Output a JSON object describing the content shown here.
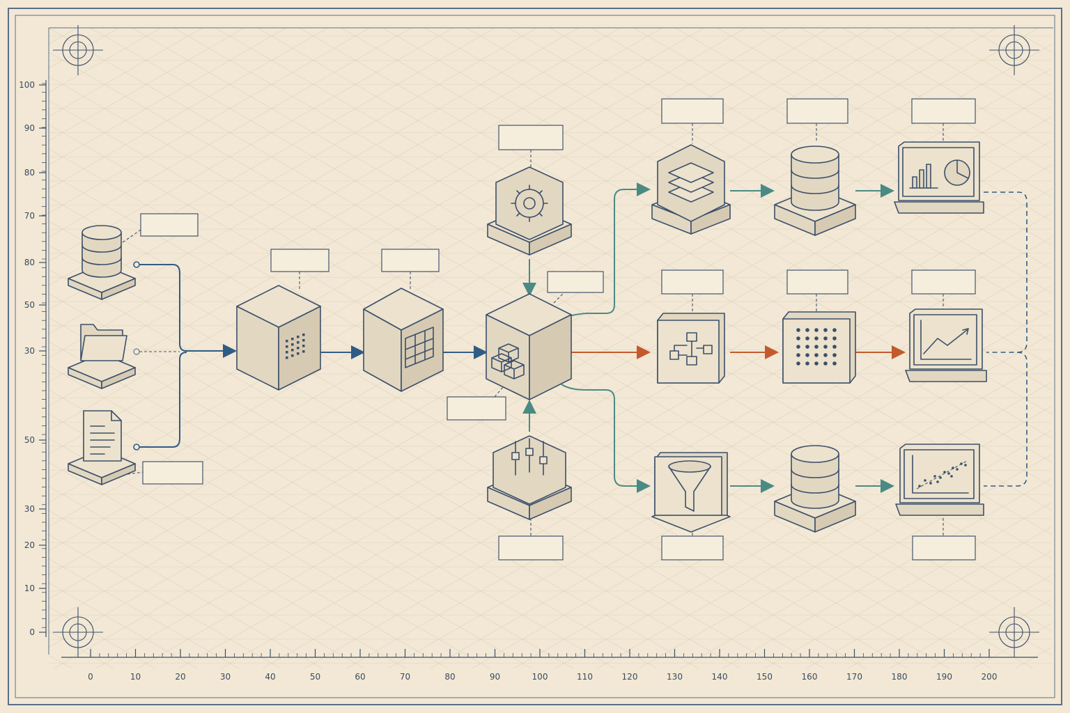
{
  "axes": {
    "x_ticks": [
      "0",
      "10",
      "20",
      "30",
      "40",
      "50",
      "60",
      "70",
      "80",
      "90",
      "100",
      "110",
      "120",
      "130",
      "140",
      "150",
      "160",
      "170",
      "180",
      "190",
      "200"
    ],
    "y_ticks": [
      "100",
      "90",
      "80",
      "70",
      "80",
      "50",
      "30",
      "50",
      "30",
      "20",
      "10",
      "0"
    ]
  },
  "colors": {
    "paper": "#f2e8d5",
    "ink": "#3b4f6a",
    "flow_blue": "#2f5c85",
    "flow_teal": "#4b8a84",
    "flow_orange": "#c25a2e"
  },
  "sources": [
    {
      "id": "source-database",
      "icon": "database-icon"
    },
    {
      "id": "source-folder",
      "icon": "folder-icon"
    },
    {
      "id": "source-document",
      "icon": "document-icon"
    }
  ],
  "pipeline": [
    {
      "id": "ingest-cube",
      "icon": "dot-grid-icon"
    },
    {
      "id": "table-cube",
      "icon": "table-grid-icon"
    },
    {
      "id": "core-cube",
      "icon": "cubes-icon"
    }
  ],
  "inputs": [
    {
      "id": "config-block",
      "icon": "gear-icon"
    },
    {
      "id": "tuning-block",
      "icon": "sliders-icon"
    }
  ],
  "branches": [
    {
      "id": "top-branch",
      "nodes": [
        "layers-icon",
        "database-icon",
        "bar-pie-chart-icon"
      ]
    },
    {
      "id": "middle-branch",
      "nodes": [
        "flowchart-icon",
        "dot-matrix-icon",
        "line-chart-icon"
      ]
    },
    {
      "id": "bottom-branch",
      "nodes": [
        "funnel-icon",
        "database-icon",
        "scatter-plot-icon"
      ]
    }
  ],
  "labels": {}
}
